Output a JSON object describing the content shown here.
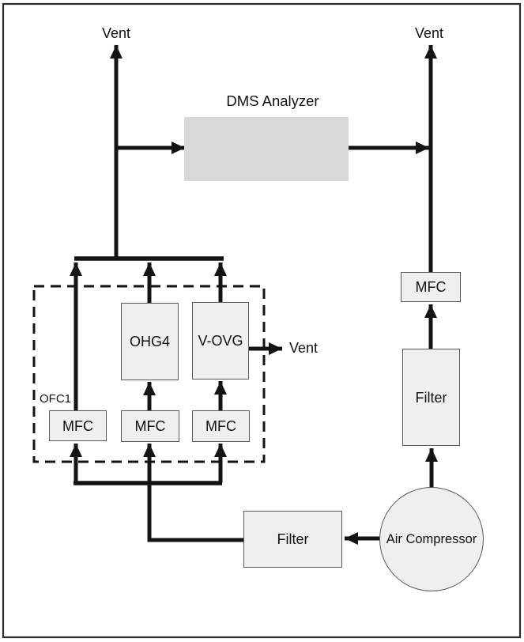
{
  "diagram": {
    "vents": {
      "top_left": "Vent",
      "top_right": "Vent",
      "vovg_out": "Vent"
    },
    "analyzer": {
      "label": "DMS Analyzer"
    },
    "generator_box": {
      "group_label": "OFC1",
      "ohg4_label": "OHG4",
      "vovg_label": "V-OVG",
      "mfc_left_label": "MFC",
      "mfc_middle_label": "MFC",
      "mfc_right_label": "MFC"
    },
    "air_line": {
      "mfc_label": "MFC",
      "filter_label": "Filter",
      "compressor_label": "Air Compressor"
    },
    "supply": {
      "filter_label": "Filter"
    },
    "colors": {
      "line": "#141414",
      "box_fill": "#efefef",
      "box_border": "#595959",
      "analyzer_fill": "#d9d9d9",
      "frame_border": "#2b2b2b",
      "background": "#ffffff",
      "text": "#111111"
    }
  }
}
